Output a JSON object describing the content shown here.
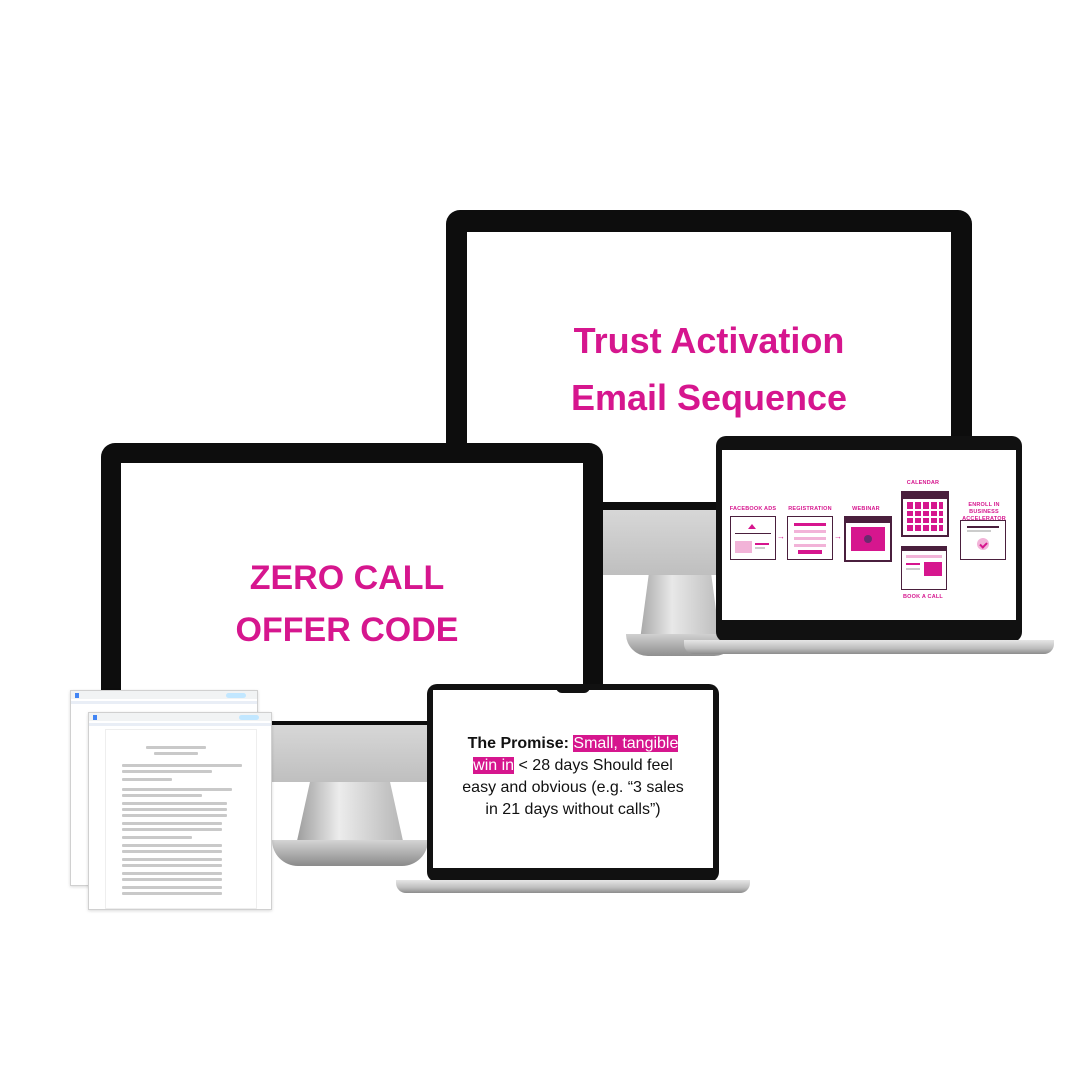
{
  "monitor_back": {
    "line1": "Trust Activation",
    "line2": "Email Sequence"
  },
  "monitor_front": {
    "line1": "ZERO CALL",
    "line2": "OFFER CODE"
  },
  "funnel": {
    "facebook_ads": "FACEBOOK ADS",
    "registration": "REGISTRATION",
    "webinar": "WEBINAR",
    "calendar": "CALENDAR",
    "book_a_call": "BOOK A CALL",
    "enroll": "ENROLL IN BUSINESS ACCELERATOR"
  },
  "promise": {
    "lead": "The Promise:",
    "highlight_1": "Small, tangible",
    "highlight_2": "win in",
    "rest_1": "< 28 days Should feel",
    "rest_2": "easy and obvious (e.g. “3 sales",
    "rest_3": "in 21 days without calls”)"
  },
  "colors": {
    "accent": "#d6168e",
    "frame": "#0d0d0d",
    "dark_box": "#4a1f3d"
  }
}
